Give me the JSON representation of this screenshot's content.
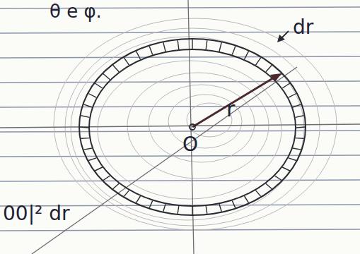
{
  "diagram": {
    "labels": [
      "θ e φ.",
      "dr",
      "r",
      "O",
      "00|² dr"
    ]
  }
}
